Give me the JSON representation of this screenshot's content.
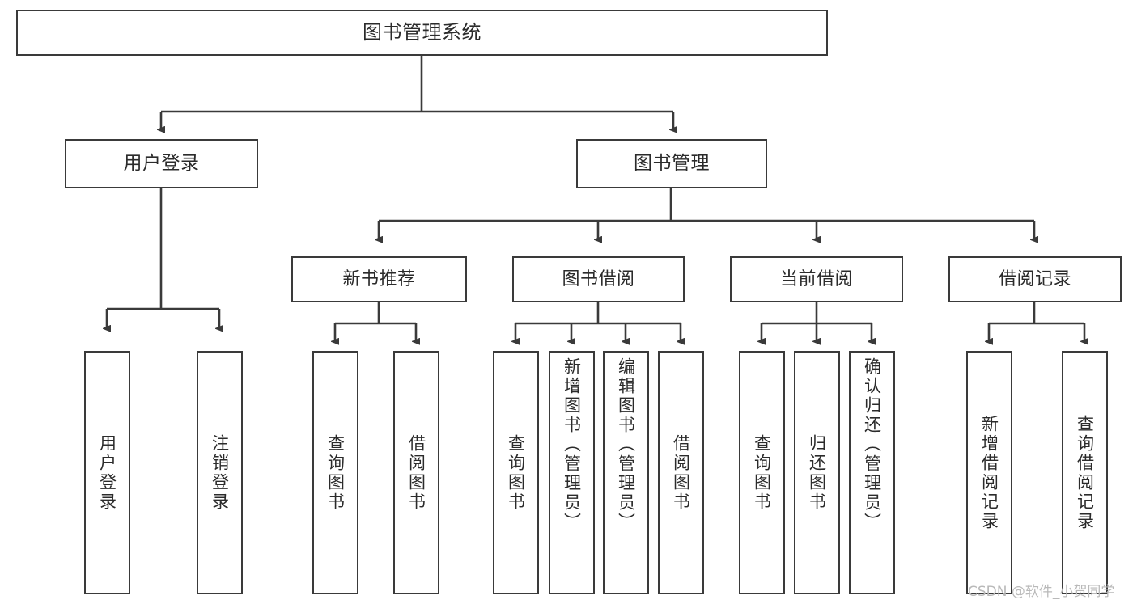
{
  "diagram": {
    "type": "tree",
    "title": "图书管理系统",
    "watermark": "CSDN @软件_小贺同学",
    "colors": {
      "stroke": "#3a3a3a",
      "box_fill": "#ffffff",
      "text": "#2b2b2b",
      "watermark": "#b9b9b9",
      "background": "#ffffff"
    },
    "nodes": {
      "root": {
        "label": "图书管理系统"
      },
      "level2": [
        {
          "label": "用户登录"
        },
        {
          "label": "图书管理"
        }
      ],
      "level3": [
        {
          "label": "新书推荐"
        },
        {
          "label": "图书借阅"
        },
        {
          "label": "当前借阅"
        },
        {
          "label": "借阅记录"
        }
      ],
      "leaves": [
        {
          "label": "用户登录"
        },
        {
          "label": "注销登录"
        },
        {
          "label": "查询图书"
        },
        {
          "label": "借阅图书"
        },
        {
          "label": "查询图书"
        },
        {
          "label": "新增图书（管理员）"
        },
        {
          "label": "编辑图书（管理员）"
        },
        {
          "label": "借阅图书"
        },
        {
          "label": "查询图书"
        },
        {
          "label": "归还图书"
        },
        {
          "label": "确认归还（管理员）"
        },
        {
          "label": "新增借阅记录"
        },
        {
          "label": "查询借阅记录"
        }
      ]
    },
    "edges": [
      {
        "from": "图书管理系统",
        "to": "用户登录"
      },
      {
        "from": "图书管理系统",
        "to": "图书管理"
      },
      {
        "from": "用户登录",
        "to": "用户登录"
      },
      {
        "from": "用户登录",
        "to": "注销登录"
      },
      {
        "from": "图书管理",
        "to": "新书推荐"
      },
      {
        "from": "图书管理",
        "to": "图书借阅"
      },
      {
        "from": "图书管理",
        "to": "当前借阅"
      },
      {
        "from": "图书管理",
        "to": "借阅记录"
      },
      {
        "from": "新书推荐",
        "to": "查询图书"
      },
      {
        "from": "新书推荐",
        "to": "借阅图书"
      },
      {
        "from": "图书借阅",
        "to": "查询图书"
      },
      {
        "from": "图书借阅",
        "to": "新增图书（管理员）"
      },
      {
        "from": "图书借阅",
        "to": "编辑图书（管理员）"
      },
      {
        "from": "图书借阅",
        "to": "借阅图书"
      },
      {
        "from": "当前借阅",
        "to": "查询图书"
      },
      {
        "from": "当前借阅",
        "to": "归还图书"
      },
      {
        "from": "当前借阅",
        "to": "确认归还（管理员）"
      },
      {
        "from": "借阅记录",
        "to": "新增借阅记录"
      },
      {
        "from": "借阅记录",
        "to": "查询借阅记录"
      }
    ]
  }
}
